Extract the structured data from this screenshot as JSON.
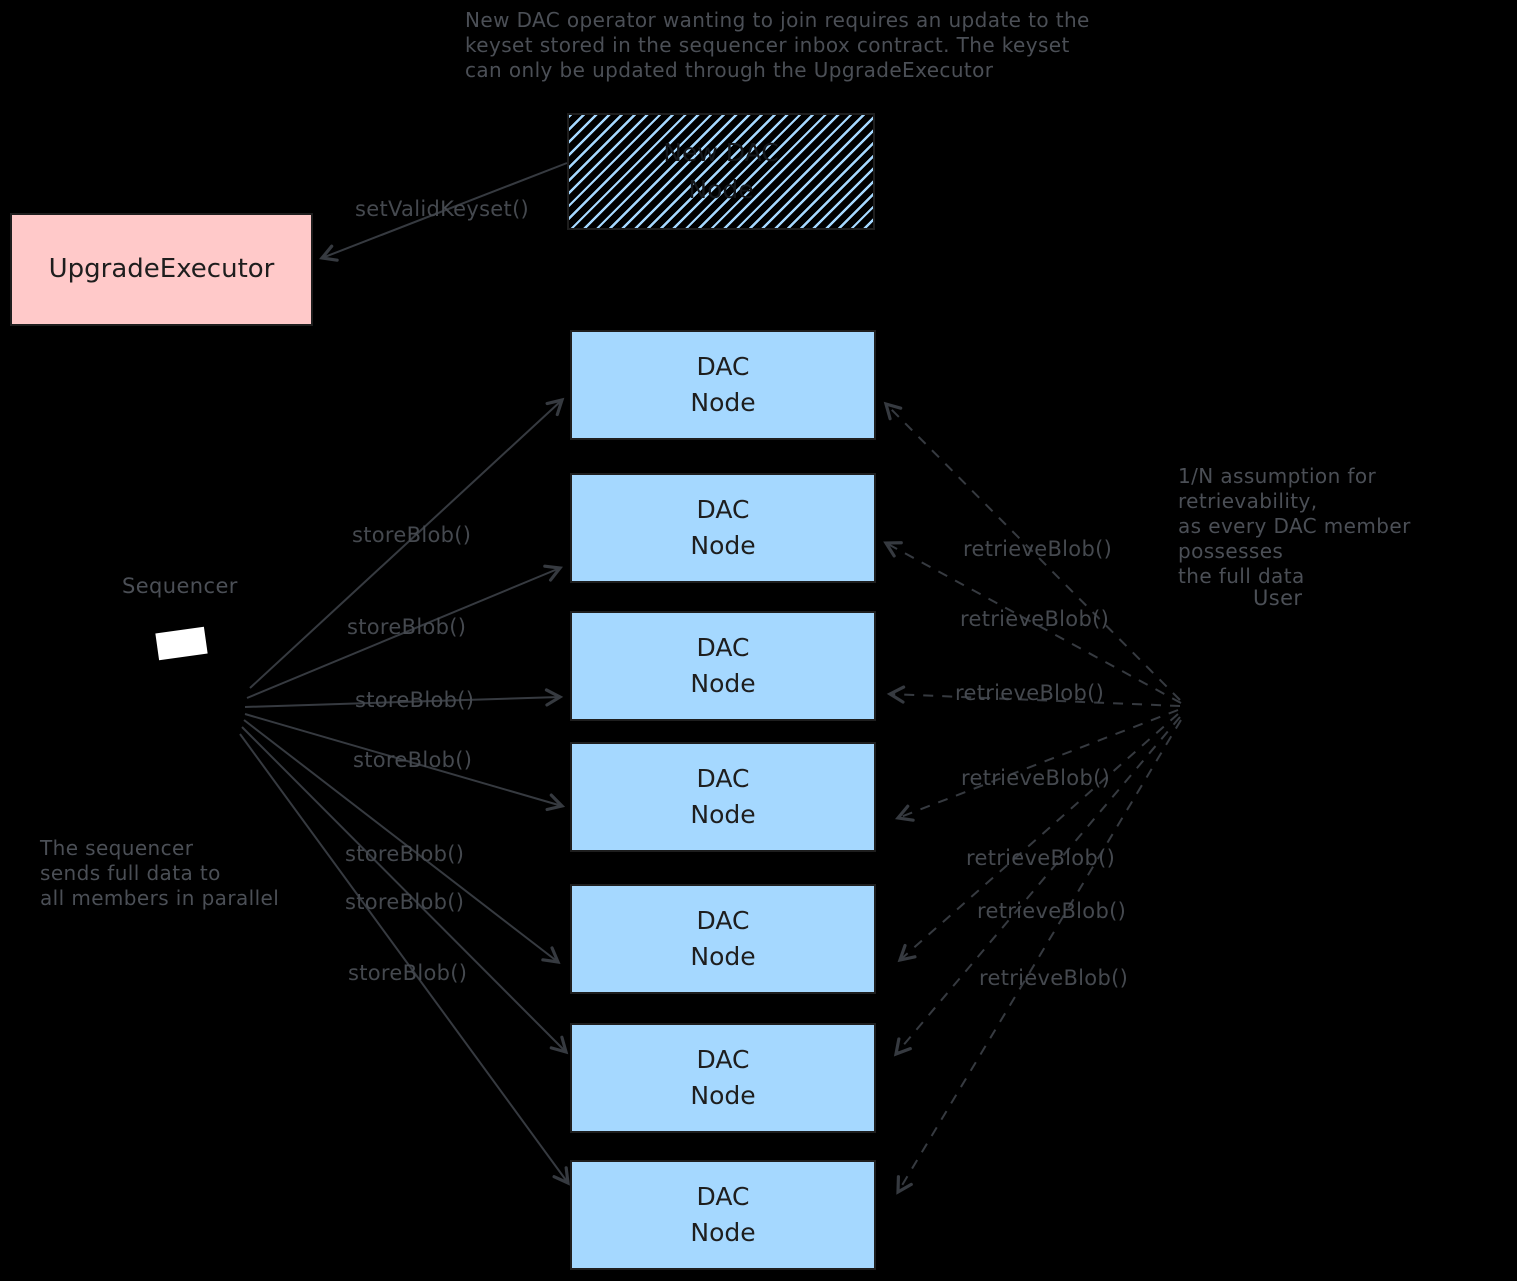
{
  "colors": {
    "background": "#000000",
    "dac_node_fill": "#a5d8ff",
    "upgrade_executor_fill": "#ffc9c9",
    "box_stroke": "#1e1e1e",
    "box_text": "#1e1e1e",
    "annotation_text": "#4b4f56",
    "arrow_stroke": "#363a40"
  },
  "annotations": {
    "top_note": "New DAC operator wanting to join requires an update to the\nkeyset stored in the sequencer inbox contract. The keyset\ncan only be updated through the UpgradeExecutor",
    "left_note": "The sequencer\nsends full data to\nall members in parallel",
    "right_note": "1/N assumption for retrievability,\nas every DAC member possesses\nthe full data"
  },
  "upgrade_executor": {
    "label": "UpgradeExecutor"
  },
  "new_dac_node": {
    "label": "New DAC\nNode"
  },
  "sequencer": {
    "label": "Sequencer",
    "icon": "laptop-icon"
  },
  "user": {
    "label": "User",
    "icon": "user-icon"
  },
  "edges": {
    "set_valid_keyset_label": "setValidKeyset()",
    "store_blob_labels": [
      "storeBlob()",
      "storeBlob()",
      "storeBlob()",
      "storeBlob()",
      "storeBlob()",
      "storeBlob()",
      "storeBlob()"
    ],
    "retrieve_blob_labels": [
      "retrieveBlob()",
      "retrieveBlob()",
      "retrieveBlob()",
      "retrieveBlob()",
      "retrieveBlob()",
      "retrieveBlob()",
      "retrieveBlob()"
    ]
  },
  "dac_nodes": [
    {
      "label": "DAC\nNode"
    },
    {
      "label": "DAC\nNode"
    },
    {
      "label": "DAC\nNode"
    },
    {
      "label": "DAC\nNode"
    },
    {
      "label": "DAC\nNode"
    },
    {
      "label": "DAC\nNode"
    },
    {
      "label": "DAC\nNode"
    }
  ]
}
